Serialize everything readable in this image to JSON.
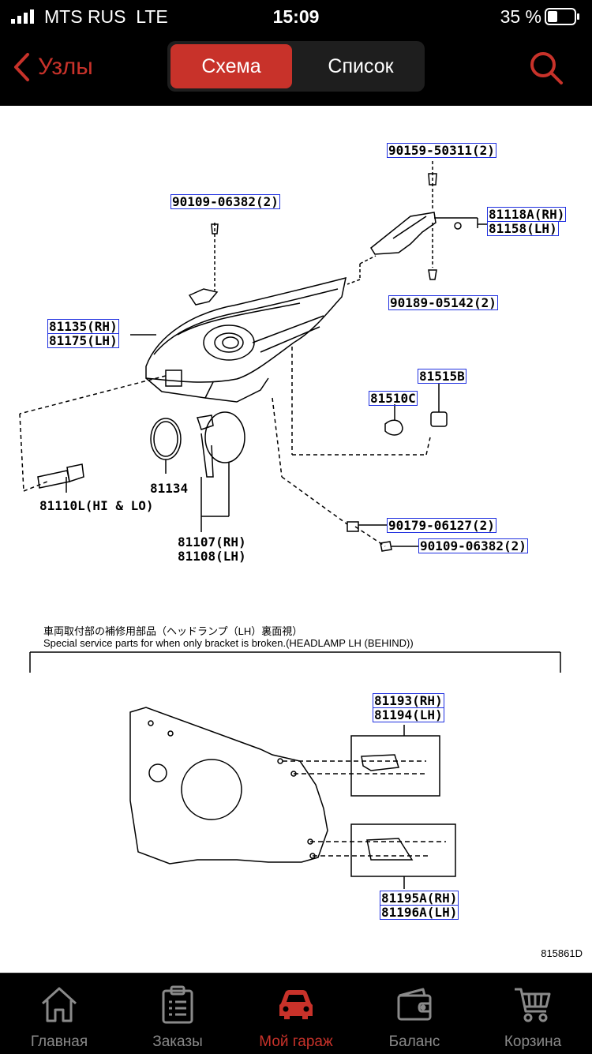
{
  "status": {
    "carrier": "MTS RUS",
    "network": "LTE",
    "time": "15:09",
    "battery": "35 %"
  },
  "nav": {
    "back_label": "Узлы",
    "seg_active": "Схема",
    "seg_inactive": "Список"
  },
  "diagram": {
    "labels": {
      "p90159": "90159-50311(2)",
      "p90109a": "90109-06382(2)",
      "p81118": "81118A(RH)",
      "p81158": "81158(LH)",
      "p90189": "90189-05142(2)",
      "p81135": "81135(RH)",
      "p81175": "81175(LH)",
      "p81515": "81515B",
      "p81510": "81510C",
      "p81134": "81134",
      "p81110": "81110L(HI & LO)",
      "p81107": "81107(RH)",
      "p81108": "81108(LH)",
      "p90179": "90179-06127(2)",
      "p90109b": "90109-06382(2)",
      "p81193": "81193(RH)",
      "p81194": "81194(LH)",
      "p81195": "81195A(RH)",
      "p81196": "81196A(LH)"
    },
    "note_jp": "車両取付部の補修用部品（ヘッドランプ（LH）裏面視）",
    "note_en": "Special service parts for when only bracket is broken.(HEADLAMP LH (BEHIND))",
    "code": "815861D"
  },
  "tabs": [
    {
      "label": "Главная",
      "icon": "home-icon"
    },
    {
      "label": "Заказы",
      "icon": "orders-icon"
    },
    {
      "label": "Мой гараж",
      "icon": "car-icon"
    },
    {
      "label": "Баланс",
      "icon": "wallet-icon"
    },
    {
      "label": "Корзина",
      "icon": "cart-icon"
    }
  ],
  "colors": {
    "accent": "#c8322a",
    "label_border": "#2030e0",
    "tab_inactive": "#8a8a8a"
  }
}
